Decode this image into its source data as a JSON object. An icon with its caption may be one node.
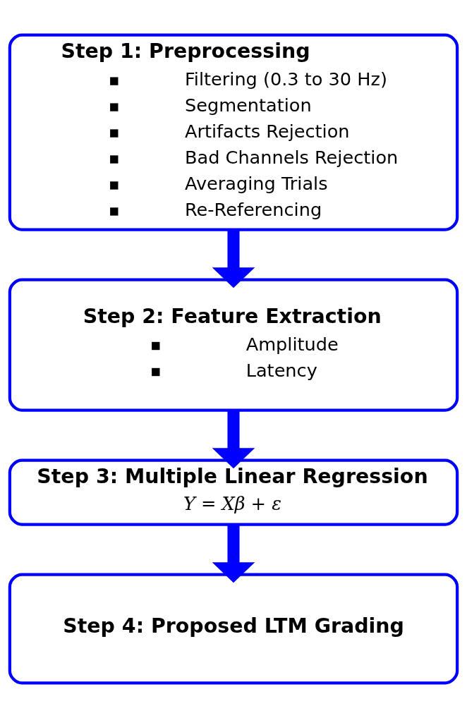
{
  "diagram": {
    "nodes": [
      {
        "text": [
          "Step 1: Preprocessing",
          "Filtering (0.3 to 30 Hz)",
          "Segmentation",
          "Artifacts Rejection",
          "Bad Channels Rejection",
          "Averaging Trials",
          "Re-Referencing"
        ]
      },
      {
        "text": [
          "Step 2: Feature Extraction",
          "Amplitude",
          "Latency"
        ]
      },
      {
        "text": [
          "Step 3: Multiple Linear Regression",
          "Y = Xβ + ε"
        ]
      },
      {
        "text": [
          "Step 4: Proposed LTM Grading"
        ]
      }
    ],
    "edges": [
      {
        "from": 0,
        "to": 1,
        "arrow": "to"
      },
      {
        "from": 1,
        "to": 2,
        "arrow": "to"
      },
      {
        "from": 2,
        "to": 3,
        "arrow": "to"
      }
    ]
  }
}
